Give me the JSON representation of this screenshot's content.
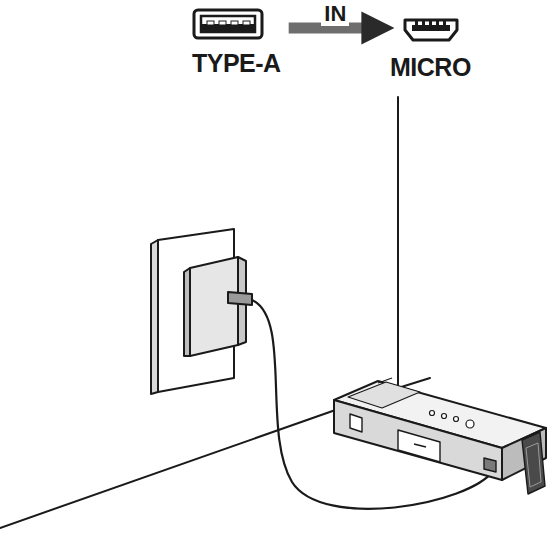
{
  "diagram": {
    "nodes": [
      {
        "text": [
          "TYPE-A"
        ]
      },
      {
        "text": [
          "MICRO"
        ]
      }
    ],
    "edges": [
      {
        "from": 0,
        "to": 1,
        "arrow": "to",
        "label": "IN"
      }
    ]
  }
}
